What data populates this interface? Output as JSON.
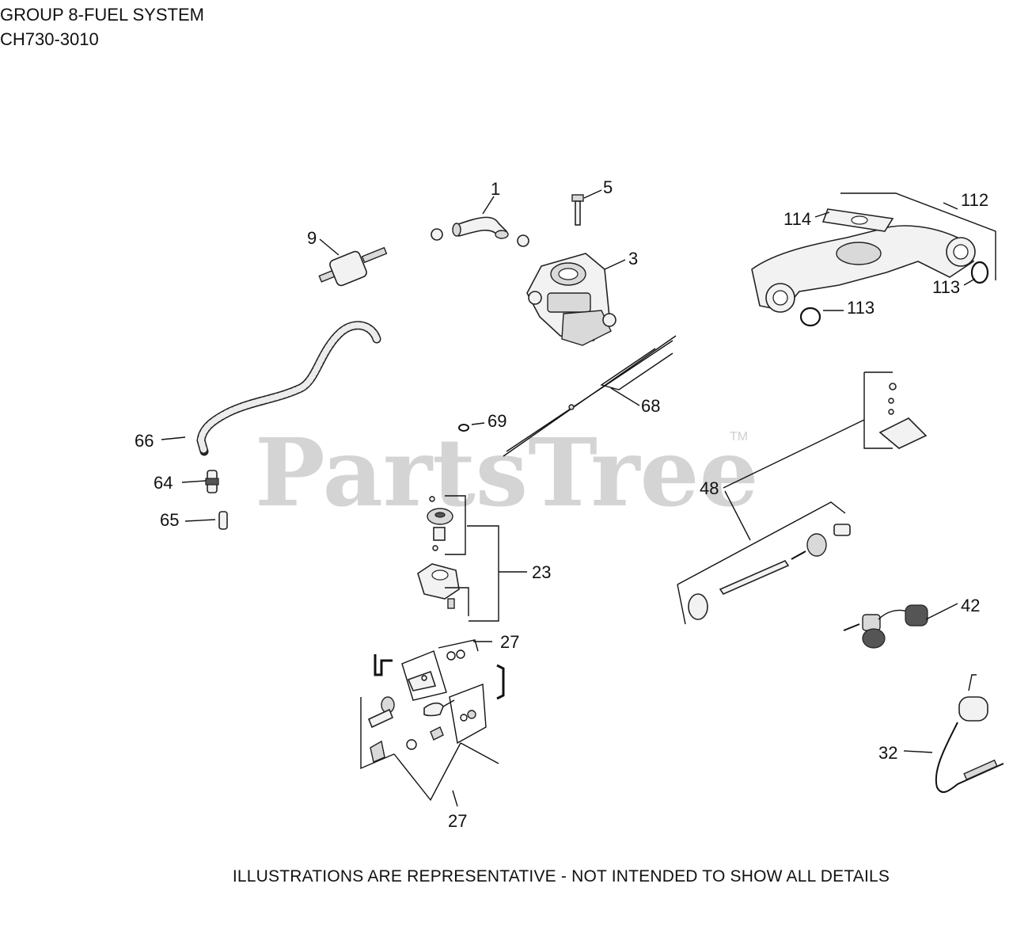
{
  "header": {
    "title": "GROUP 8-FUEL SYSTEM",
    "model": "CH730-3010"
  },
  "watermark": {
    "text": "PartsTree",
    "trademark": "TM"
  },
  "callouts": {
    "c1": "1",
    "c3": "3",
    "c5": "5",
    "c9": "9",
    "c112": "112",
    "c114": "114",
    "c113a": "113",
    "c113b": "113",
    "c66": "66",
    "c68": "68",
    "c69": "69",
    "c64": "64",
    "c65": "65",
    "c48": "48",
    "c23": "23",
    "c42": "42",
    "c27a": "27",
    "c27b": "27",
    "c32": "32"
  },
  "footer": {
    "note": "ILLUSTRATIONS ARE REPRESENTATIVE - NOT INTENDED TO SHOW ALL DETAILS"
  }
}
